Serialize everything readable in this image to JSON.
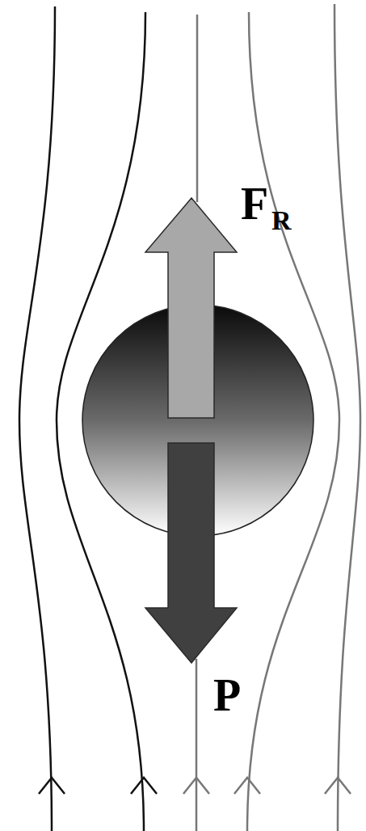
{
  "diagram": {
    "labels": [
      "F",
      "R",
      "P"
    ]
  }
}
